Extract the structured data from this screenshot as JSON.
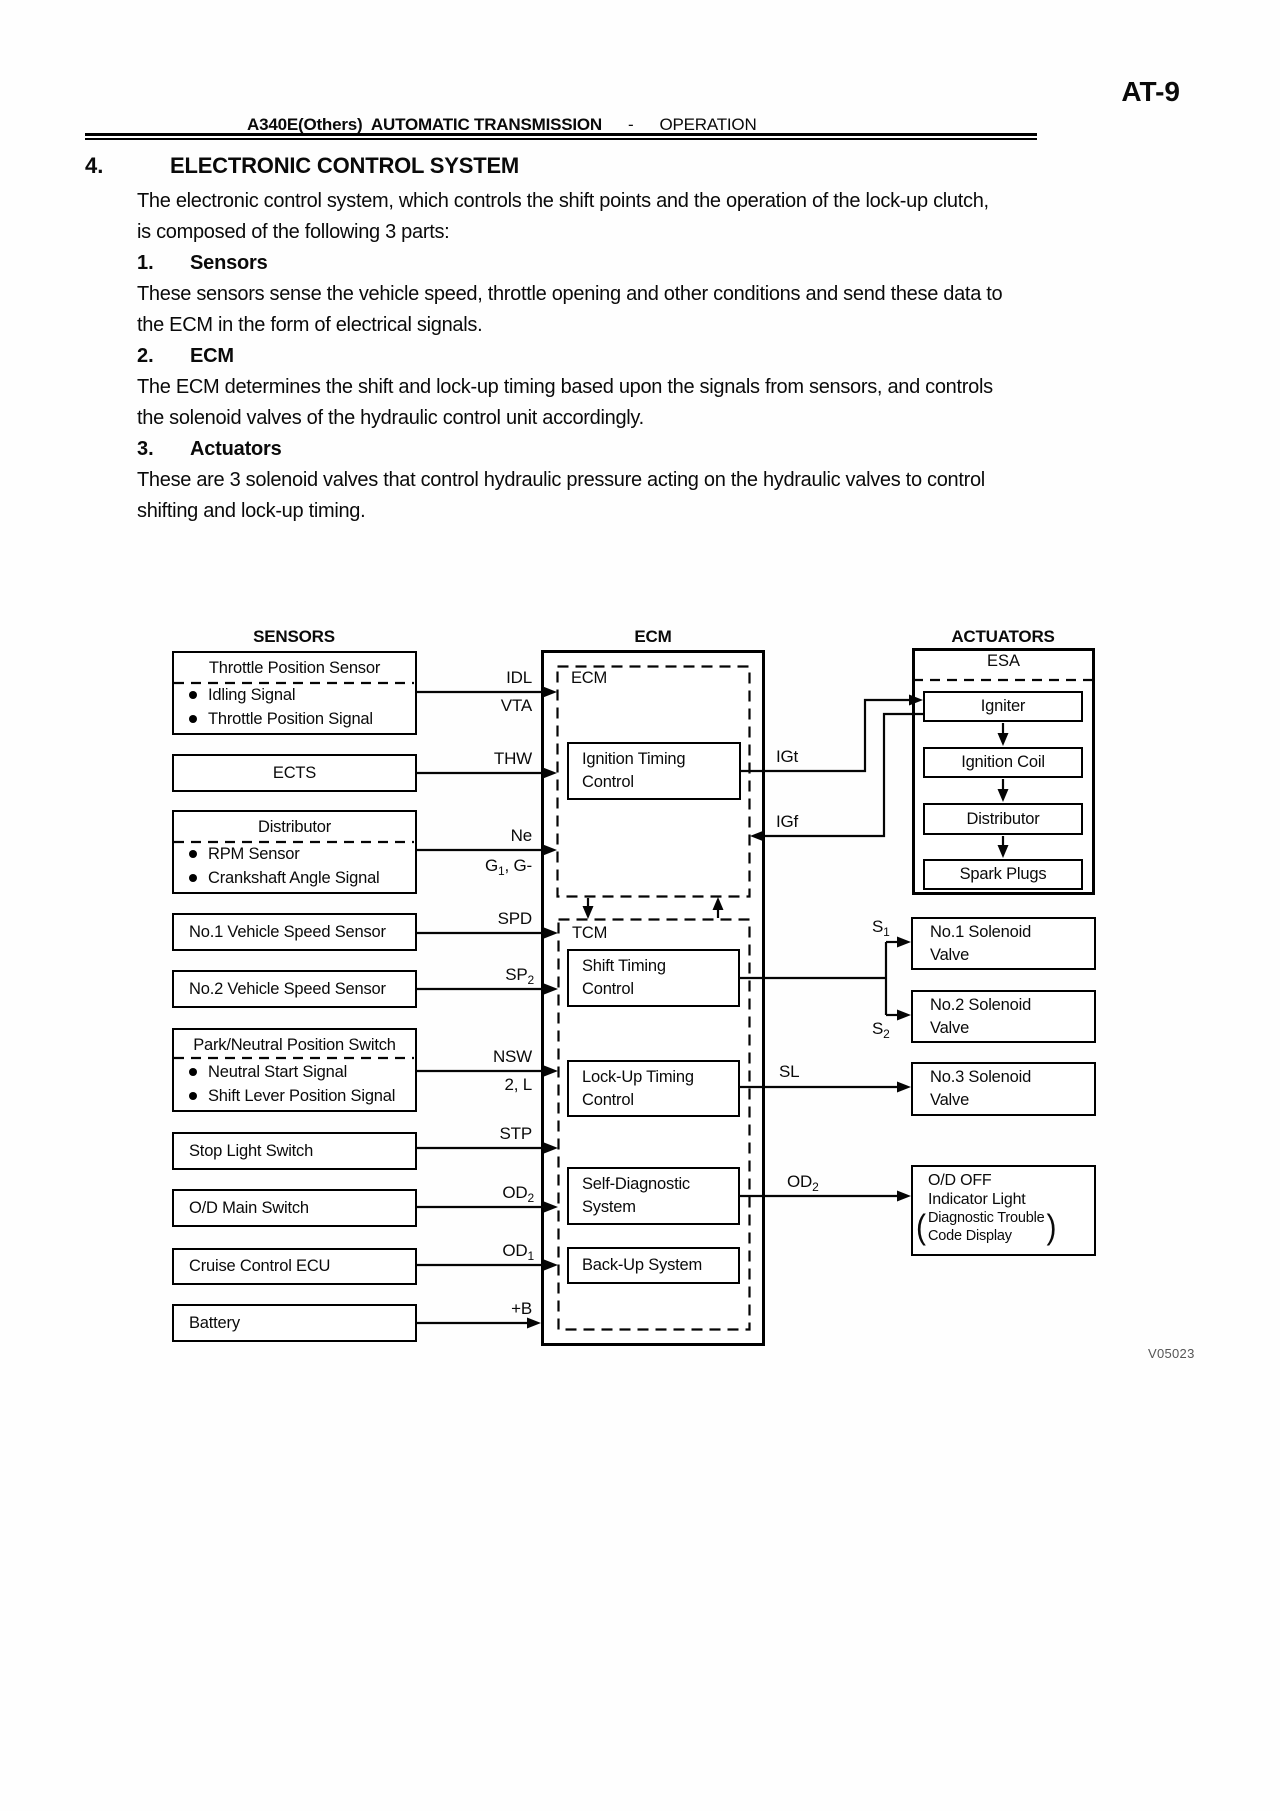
{
  "page": {
    "number": "AT-9"
  },
  "header": {
    "title_bold": "A340E(Others)  AUTOMATIC TRANSMISSION",
    "separator": "-",
    "section": "OPERATION"
  },
  "content": {
    "heading_num": "4.",
    "heading": "ELECTRONIC CONTROL SYSTEM",
    "intro_lines": [
      "The electronic control system, which controls the shift points and the operation of the lock-up clutch,",
      "is composed of the following 3 parts:"
    ],
    "sections": [
      {
        "num": "1.",
        "title": "Sensors",
        "lines": [
          "These sensors sense the vehicle speed, throttle opening and other conditions and send these data to",
          "the ECM in the form of electrical signals."
        ]
      },
      {
        "num": "2.",
        "title": "ECM",
        "lines": [
          "The ECM determines the shift and lock-up timing based upon the signals from sensors, and controls",
          "the solenoid valves of the hydraulic control unit accordingly."
        ]
      },
      {
        "num": "3.",
        "title": "Actuators",
        "lines": [
          "These are 3 solenoid valves that control hydraulic pressure acting on the hydraulic valves to control",
          "shifting and lock-up timing."
        ]
      }
    ]
  },
  "diagram": {
    "column_headers": [
      "SENSORS",
      "ECM",
      "ACTUATORS"
    ],
    "sensors": [
      {
        "title": "Throttle Position Sensor",
        "bullets": [
          "Idling Signal",
          "Throttle Position Signal"
        ]
      },
      {
        "title": "ECTS"
      },
      {
        "title": "Distributor",
        "bullets": [
          "RPM Sensor",
          "Crankshaft Angle Signal"
        ]
      },
      {
        "title": "No.1 Vehicle Speed Sensor"
      },
      {
        "title": "No.2 Vehicle Speed Sensor"
      },
      {
        "title": "Park/Neutral Position Switch",
        "bullets": [
          "Neutral Start Signal",
          "Shift Lever Position Signal"
        ]
      },
      {
        "title": "Stop Light Switch"
      },
      {
        "title": "O/D Main Switch"
      },
      {
        "title": "Cruise Control ECU"
      },
      {
        "title": "Battery"
      }
    ],
    "ecm": {
      "inner_label": "ECM",
      "tcm_label": "TCM",
      "blocks": {
        "ignition": [
          "Ignition Timing",
          "Control"
        ],
        "shift": [
          "Shift Timing",
          "Control"
        ],
        "lockup": [
          "Lock-Up Timing",
          "Control"
        ],
        "selfdiag": [
          "Self-Diagnostic",
          "System"
        ],
        "backup": [
          "Back-Up System"
        ]
      }
    },
    "actuators": {
      "esa_label": "ESA",
      "chain": [
        "Igniter",
        "Ignition Coil",
        "Distributor",
        "Spark Plugs"
      ],
      "solenoids": [
        [
          "No.1 Solenoid",
          "Valve"
        ],
        [
          "No.2 Solenoid",
          "Valve"
        ],
        [
          "No.3 Solenoid",
          "Valve"
        ]
      ],
      "odoff": {
        "lines": [
          "O/D OFF",
          "Indicator Light"
        ],
        "paren_open": "(",
        "paren_lines": [
          "Diagnostic Trouble",
          "Code Display"
        ],
        "paren_close": ")"
      }
    },
    "signals": {
      "idl": {
        "pre": "IDL"
      },
      "vta": {
        "pre": "VTA"
      },
      "thw": {
        "pre": "THW"
      },
      "ne": {
        "pre": "Ne"
      },
      "g1g": {
        "pre": "G",
        "sub": "1",
        "post": ", G-"
      },
      "spd": {
        "pre": "SPD"
      },
      "sp2": {
        "pre": "SP",
        "sub": "2"
      },
      "nsw": {
        "pre": "NSW"
      },
      "twol": {
        "pre": "2, L"
      },
      "stp": {
        "pre": "STP"
      },
      "od2_in": {
        "pre": "OD",
        "sub": "2"
      },
      "od1_in": {
        "pre": "OD",
        "sub": "1"
      },
      "plusb": {
        "pre": "+B"
      },
      "igt": {
        "pre": "IGt"
      },
      "igf": {
        "pre": "IGf"
      },
      "s1": {
        "pre": "S",
        "sub": "1"
      },
      "s2": {
        "pre": "S",
        "sub": "2"
      },
      "sl": {
        "pre": "SL"
      },
      "od2_out": {
        "pre": "OD",
        "sub": "2"
      }
    },
    "figure_code": "V05023"
  }
}
